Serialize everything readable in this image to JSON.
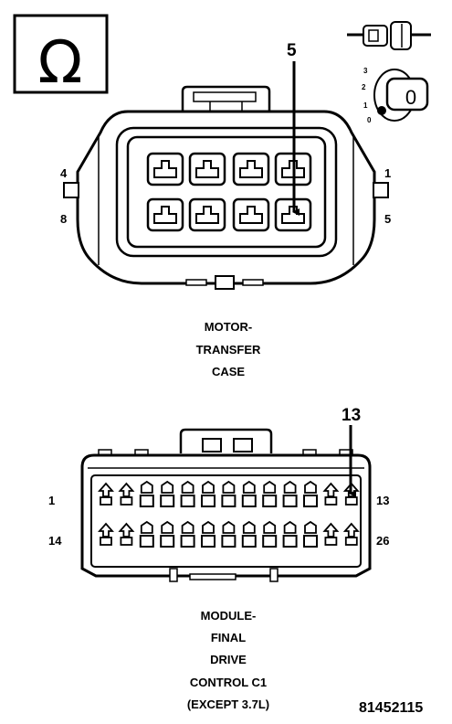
{
  "ohm_symbol": "Ω",
  "key_icon": {
    "position_numbers": [
      "3",
      "2",
      "1",
      "0"
    ],
    "key_letter": "0"
  },
  "connector_top": {
    "callout": "5",
    "pin_left_top": "4",
    "pin_left_bottom": "8",
    "pin_right_top": "1",
    "pin_right_bottom": "5",
    "caption": [
      "MOTOR-",
      "TRANSFER",
      "CASE"
    ]
  },
  "connector_bottom": {
    "callout": "13",
    "pin_left_top": "1",
    "pin_left_bottom": "14",
    "pin_right_top": "13",
    "pin_right_bottom": "26",
    "caption": [
      "MODULE-",
      "FINAL",
      "DRIVE",
      "CONTROL C1",
      "(EXCEPT 3.7L)"
    ]
  },
  "figure_id": "81452115"
}
